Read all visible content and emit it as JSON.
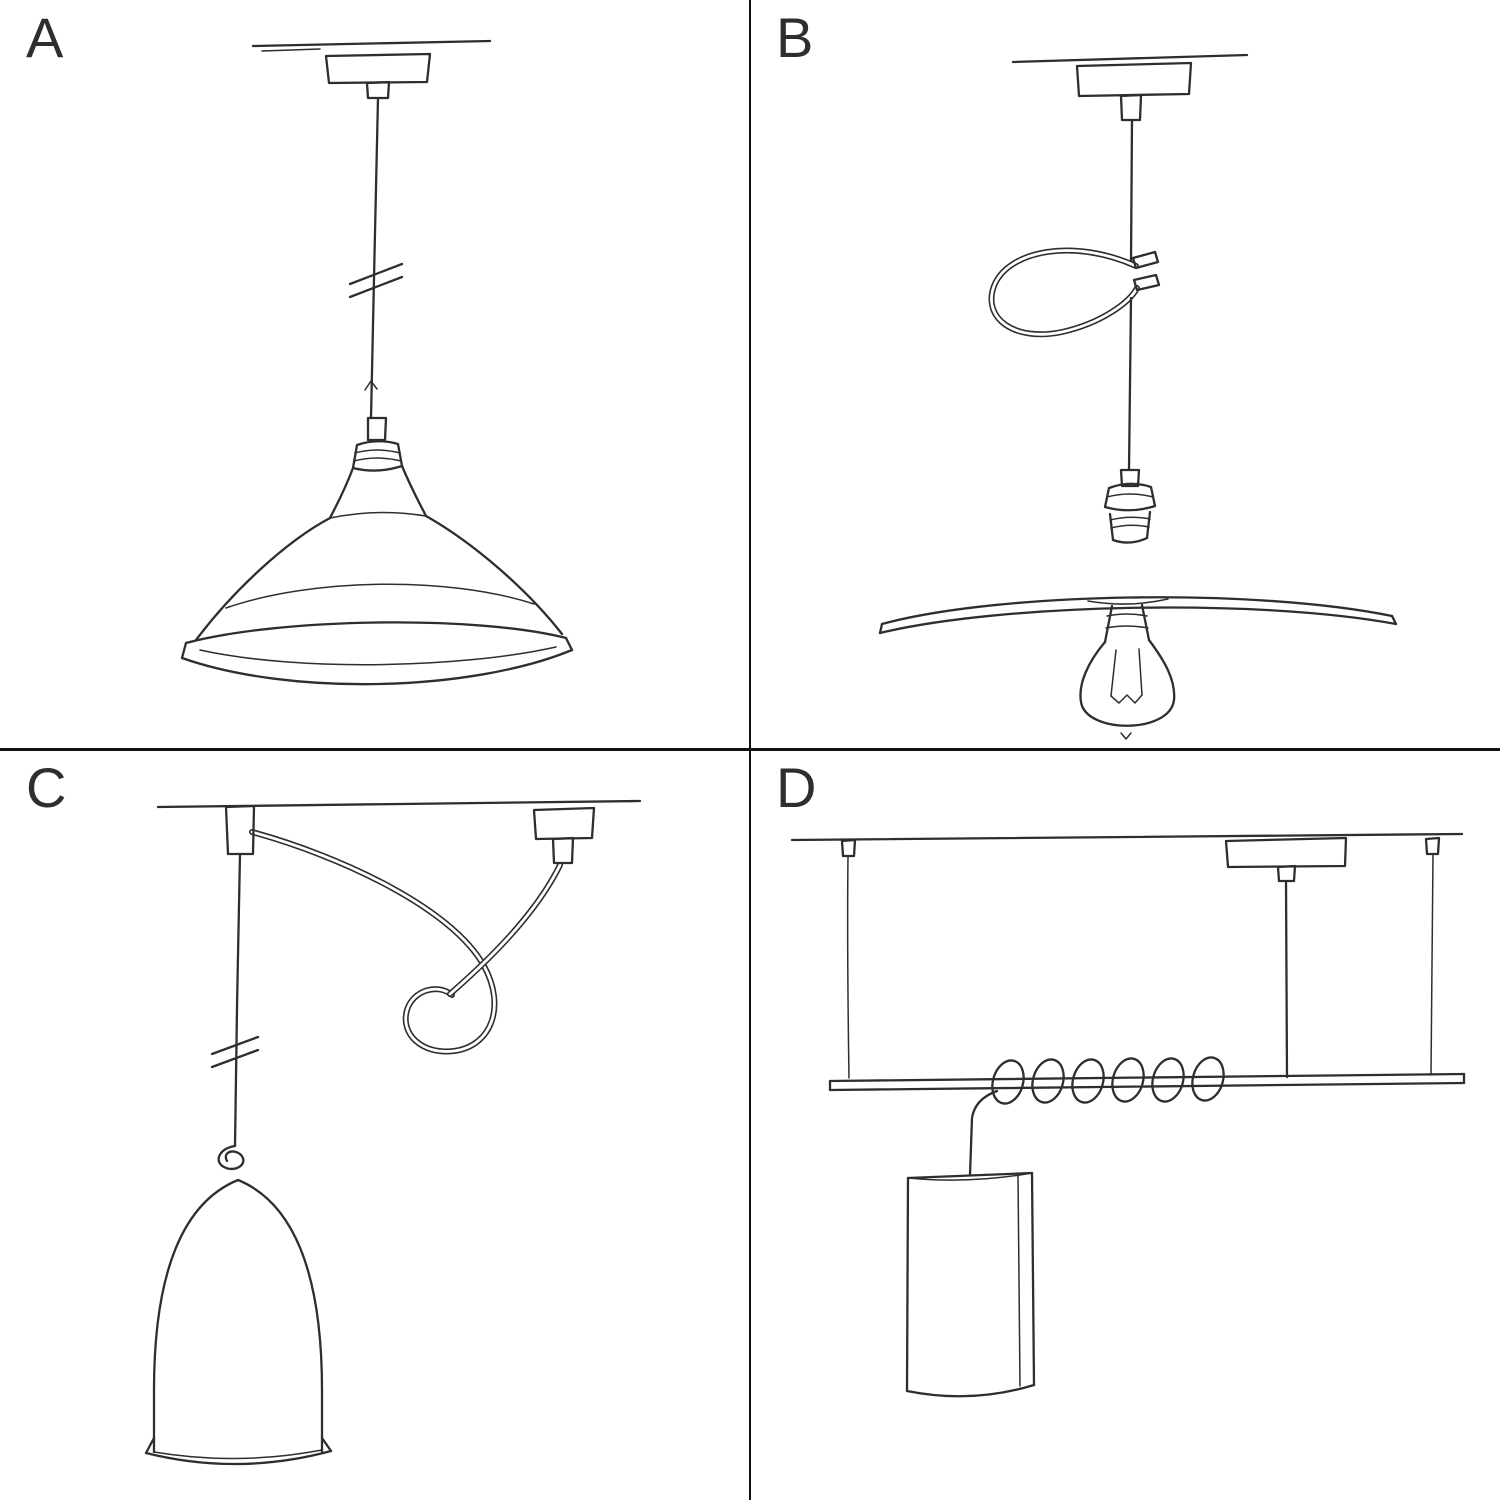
{
  "colors": {
    "background": "#ffffff",
    "ink": "#2e2e2e",
    "divider": "#111111"
  },
  "panels": [
    {
      "label": "A"
    },
    {
      "label": "B"
    },
    {
      "label": "C"
    },
    {
      "label": "D"
    }
  ]
}
